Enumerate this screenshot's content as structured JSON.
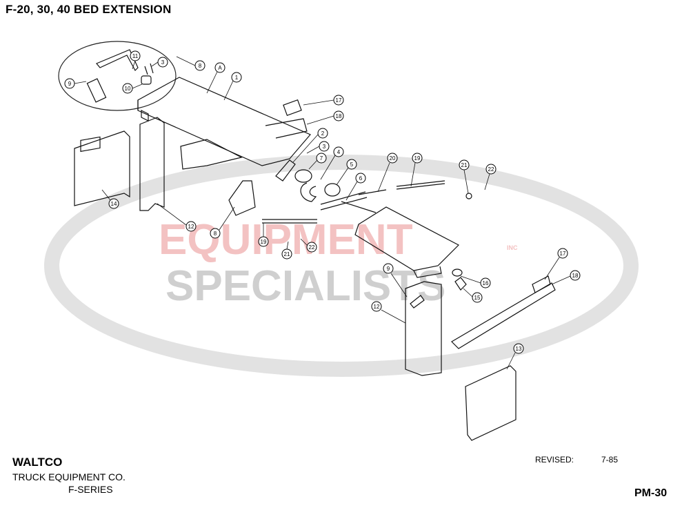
{
  "header": {
    "title": "F-20, 30, 40 BED EXTENSION"
  },
  "watermark": {
    "line1": "EQUIPMENT",
    "line2": "SPECIALISTS",
    "inc": "INC",
    "colors": {
      "ring": "#d9d9d9",
      "red": "#f2b8b8",
      "gray": "#c8c8c8"
    }
  },
  "callouts": [
    "11",
    "3",
    "8",
    "A",
    "1",
    "9",
    "10",
    "17",
    "18",
    "2",
    "3",
    "7",
    "4",
    "5",
    "20",
    "19",
    "21",
    "22",
    "6",
    "14",
    "12",
    "8",
    "19",
    "21",
    "22",
    "9",
    "16",
    "15",
    "12",
    "17",
    "18",
    "13"
  ],
  "footer": {
    "company": "WALTCO",
    "company_sub": "TRUCK EQUIPMENT CO.",
    "series": "F-SERIES",
    "revised_label": "REVISED:",
    "revised_date": "7-85",
    "page": "PM-30"
  }
}
